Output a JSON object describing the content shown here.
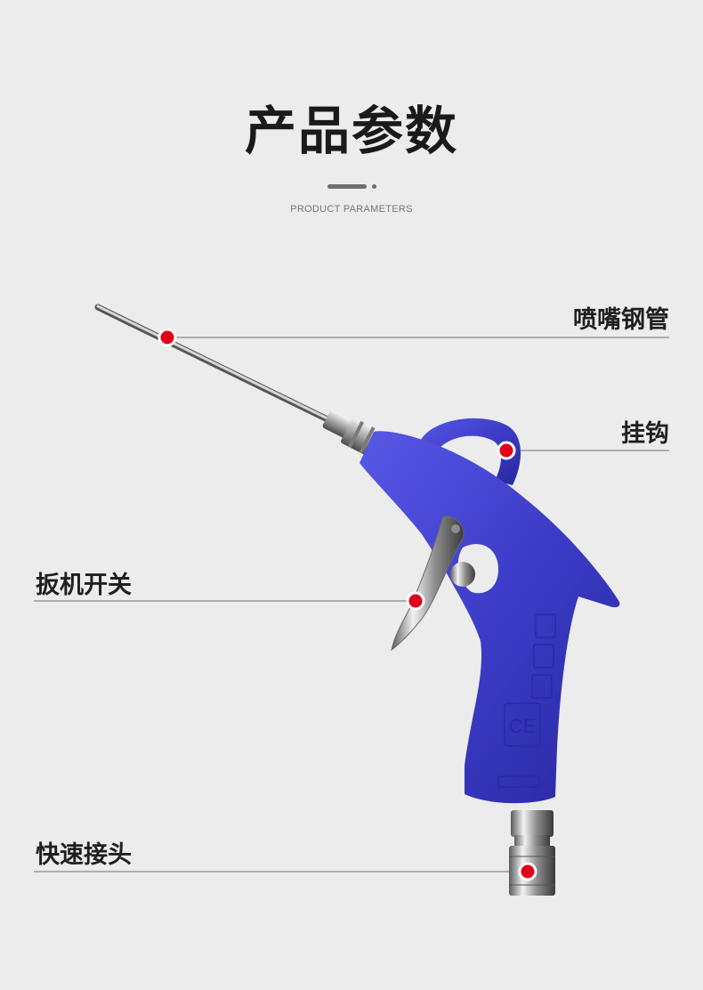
{
  "header": {
    "title": "产品参数",
    "subtitle": "PRODUCT PARAMETERS"
  },
  "callouts": {
    "nozzle": "喷嘴钢管",
    "hook": "挂钩",
    "trigger": "扳机开关",
    "connector": "快速接头"
  },
  "product_marks": {
    "ce": "CE"
  },
  "colors": {
    "background": "#ececec",
    "gun_body": "#3f3fd0",
    "marker": "#e0001a",
    "leader_line": "#9a9a9a"
  }
}
